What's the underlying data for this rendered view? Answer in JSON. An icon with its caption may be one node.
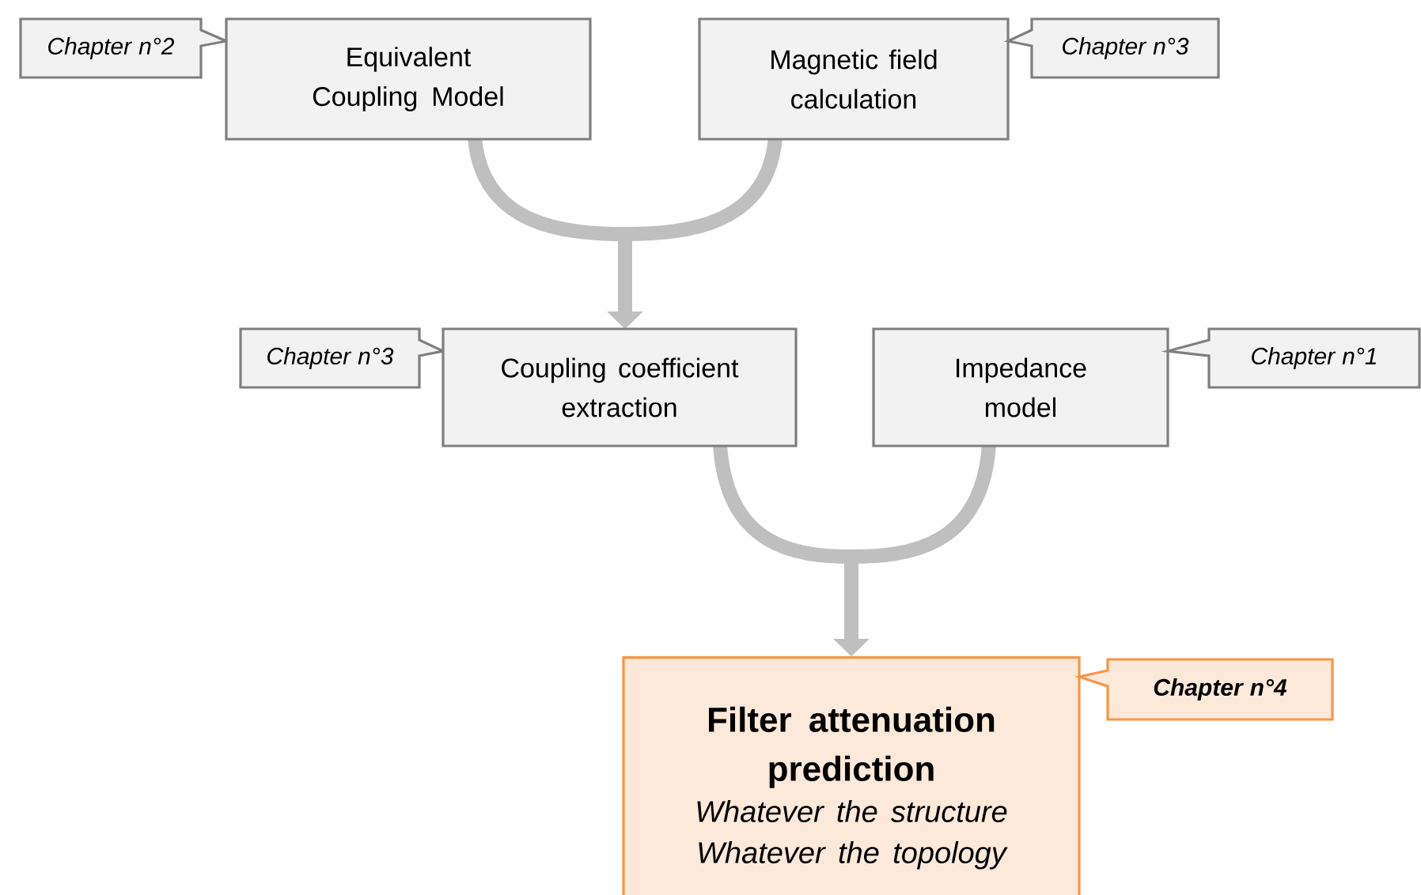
{
  "diagram": {
    "nodes": [
      {
        "text": [
          "Chapter n°2"
        ]
      },
      {
        "text": [
          "Equivalent Coupling Model"
        ]
      },
      {
        "text": [
          "Magnetic field calculation"
        ]
      },
      {
        "text": [
          "Chapter n°3"
        ]
      },
      {
        "text": [
          "Chapter n°3"
        ]
      },
      {
        "text": [
          "Coupling coefficient extraction"
        ]
      },
      {
        "text": [
          "Impedance model"
        ]
      },
      {
        "text": [
          "Chapter n°1"
        ]
      },
      {
        "text": [
          "Filter attenuation prediction",
          "Whatever the structure",
          "Whatever the topology"
        ]
      },
      {
        "text": [
          "Chapter n°4"
        ]
      }
    ],
    "edges": [
      {
        "from": 1,
        "to": 5,
        "arrow": "to"
      },
      {
        "from": 2,
        "to": 5,
        "arrow": "to"
      },
      {
        "from": 5,
        "to": 8,
        "arrow": "to"
      },
      {
        "from": 6,
        "to": 8,
        "arrow": "to"
      }
    ]
  }
}
